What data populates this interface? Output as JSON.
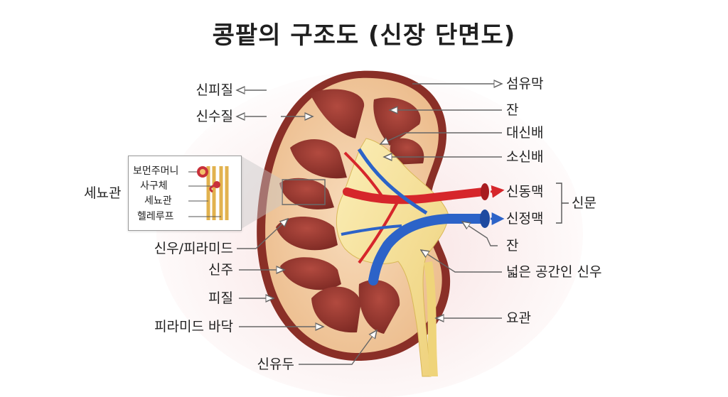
{
  "title": "콩팥의 구조도 (신장 단면도)",
  "labels": {
    "left": {
      "cortex": "신피질",
      "medulla": "신수질",
      "nephron": "세뇨관",
      "pyramid": "신우/피라미드",
      "column": "신주",
      "capsule_skin": "피질",
      "pyramid_base": "피라미드 바닥",
      "papilla": "신유두"
    },
    "right": {
      "fibrous_capsule": "섬유막",
      "calyx_top": "잔",
      "major_calyx": "대신배",
      "minor_calyx": "소신배",
      "renal_artery": "신동맥",
      "renal_vein": "신정맥",
      "hilum": "신문",
      "calyx_bottom": "잔",
      "renal_pelvis": "넓은 공간인 신우",
      "ureter": "요관"
    },
    "inset": {
      "bowman": "보먼주머니",
      "glomerulus": "사구체",
      "tubule": "세뇨관",
      "henle": "헬레루프"
    }
  },
  "colors": {
    "cortex": "#f4cfa6",
    "capsule": "#8a2f27",
    "pyramid": "#9b3a32",
    "pelvis": "#f3df8e",
    "artery": "#d6262b",
    "vein": "#2c63c8",
    "arrow": "#666666"
  }
}
